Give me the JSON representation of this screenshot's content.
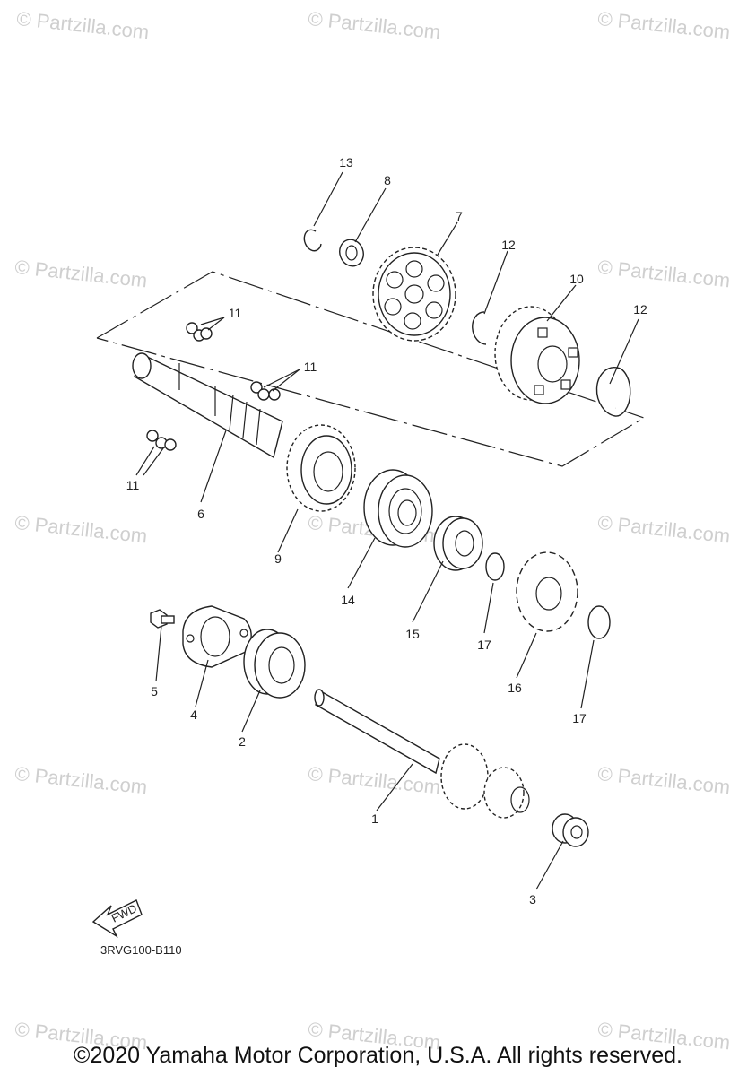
{
  "watermark": {
    "text": "© Partzilla.com"
  },
  "diagram": {
    "reference_code": "3RVG100-B110",
    "fwd_label": "FWD",
    "callouts": {
      "c1": "1",
      "c2": "2",
      "c3": "3",
      "c4": "4",
      "c5": "5",
      "c6": "6",
      "c7": "7",
      "c8": "8",
      "c9": "9",
      "c10": "10",
      "c11a": "11",
      "c11b": "11",
      "c11c": "11",
      "c12a": "12",
      "c12b": "12",
      "c13": "13",
      "c14": "14",
      "c15": "15",
      "c16": "16",
      "c17a": "17",
      "c17b": "17"
    }
  },
  "footer": {
    "copyright": "©2020 Yamaha Motor Corporation, U.S.A. All rights reserved."
  }
}
